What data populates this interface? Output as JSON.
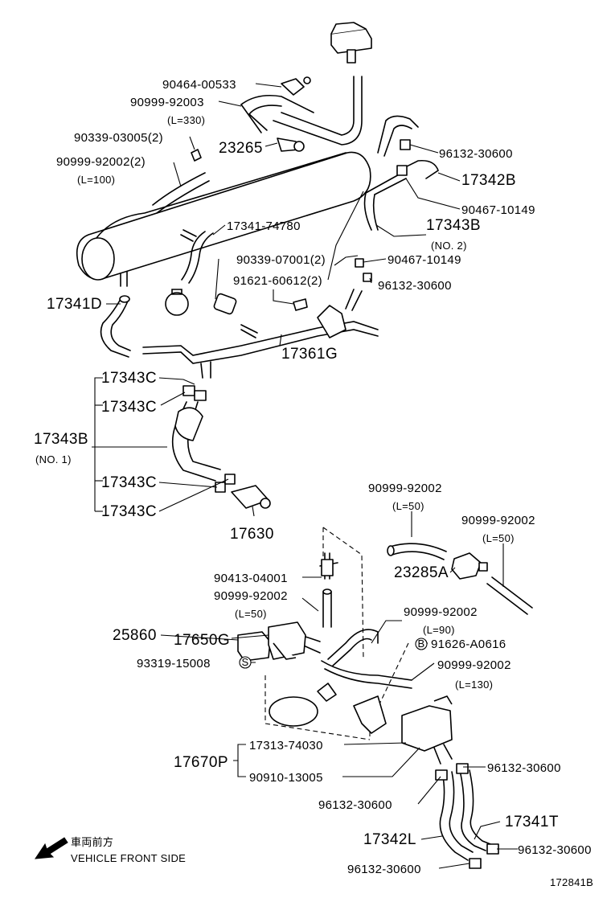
{
  "diagram": {
    "labels": {
      "p90464_00533": "90464-00533",
      "p90999_92003": "90999-92003",
      "p90999_92003_len": "(L=330)",
      "p90339_03005": "90339-03005(2)",
      "p90999_92002_top": "90999-92002(2)",
      "p90999_92002_top_len": "(L=100)",
      "p23265": "23265",
      "p96132_30600_a": "96132-30600",
      "p17342B": "17342B",
      "p90467_10149_a": "90467-10149",
      "p17343B_no2": "17343B",
      "p17343B_no2_sub": "(NO. 2)",
      "p17341_74780": "17341-74780",
      "p90339_07001": "90339-07001(2)",
      "p90467_10149_b": "90467-10149",
      "p91621_60612": "91621-60612(2)",
      "p96132_30600_b": "96132-30600",
      "p17341D": "17341D",
      "p17361G": "17361G",
      "p17343C_1": "17343C",
      "p17343C_2": "17343C",
      "p17343B_no1": "17343B",
      "p17343B_no1_sub": "(NO. 1)",
      "p17343C_3": "17343C",
      "p17343C_4": "17343C",
      "p17630": "17630",
      "p90999_92002_r1": "90999-92002",
      "p90999_92002_r1_len": "(L=50)",
      "p90999_92002_r2": "90999-92002",
      "p90999_92002_r2_len": "(L=50)",
      "p23285A": "23285A",
      "p90413_04001": "90413-04001",
      "p90999_92002_m": "90999-92002",
      "p90999_92002_m_len": "(L=50)",
      "p25860": "25860",
      "p17650G": "17650G",
      "p93319_15008": "93319-15008",
      "p90999_92002_r3": "90999-92002",
      "p90999_92002_r3_len": "(L=90)",
      "p91626_A0616": "91626-A0616",
      "p90999_92002_r4": "90999-92002",
      "p90999_92002_r4_len": "(L=130)",
      "p17670P": "17670P",
      "p17313_74030": "17313-74030",
      "p90910_13005": "90910-13005",
      "p96132_30600_c": "96132-30600",
      "p96132_30600_d": "96132-30600",
      "p17341T": "17341T",
      "p17342L": "17342L",
      "p96132_30600_e": "96132-30600",
      "p96132_30600_f": "96132-30600"
    },
    "markers": {
      "S": "S",
      "B": "B"
    },
    "direction": {
      "jp": "車両前方",
      "en": "VEHICLE FRONT SIDE"
    },
    "drawing_number": "172841B"
  }
}
